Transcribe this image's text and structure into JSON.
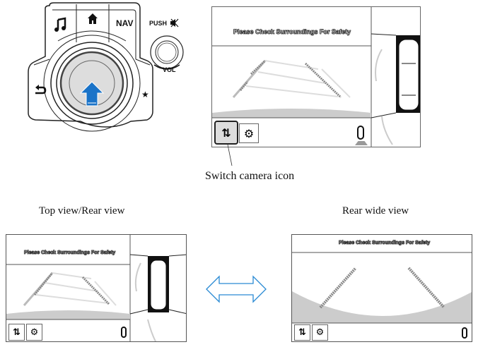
{
  "controller": {
    "buttons": {
      "music": {
        "icon": "music-note-icon"
      },
      "home": {
        "icon": "home-icon"
      },
      "nav": {
        "label": "NAV"
      },
      "back": {
        "icon": "back-arrow-icon"
      },
      "favorite": {
        "icon": "star-icon"
      }
    },
    "volume_knob": {
      "push_label": "PUSH",
      "mute_icon": "mute-icon",
      "vol_label": "VOL"
    },
    "commander_knob": {
      "indicator": "up-arrow-icon",
      "indicator_color": "#1a73c8"
    }
  },
  "annotation": {
    "label": "Switch camera icon"
  },
  "screens": {
    "message": "Please Check Surroundings For Safety",
    "top_rear_view": {
      "caption": "Top view/Rear view"
    },
    "rear_wide_view": {
      "caption": "Rear wide view"
    },
    "toolbar": {
      "switch_camera_icon": "switch-camera-icon",
      "settings_icon": "gear-icon",
      "vehicle_icon": "car-indicator-icon"
    }
  },
  "toggle_arrow": {
    "icon": "double-arrow-icon",
    "color": "#2a8ad4"
  }
}
